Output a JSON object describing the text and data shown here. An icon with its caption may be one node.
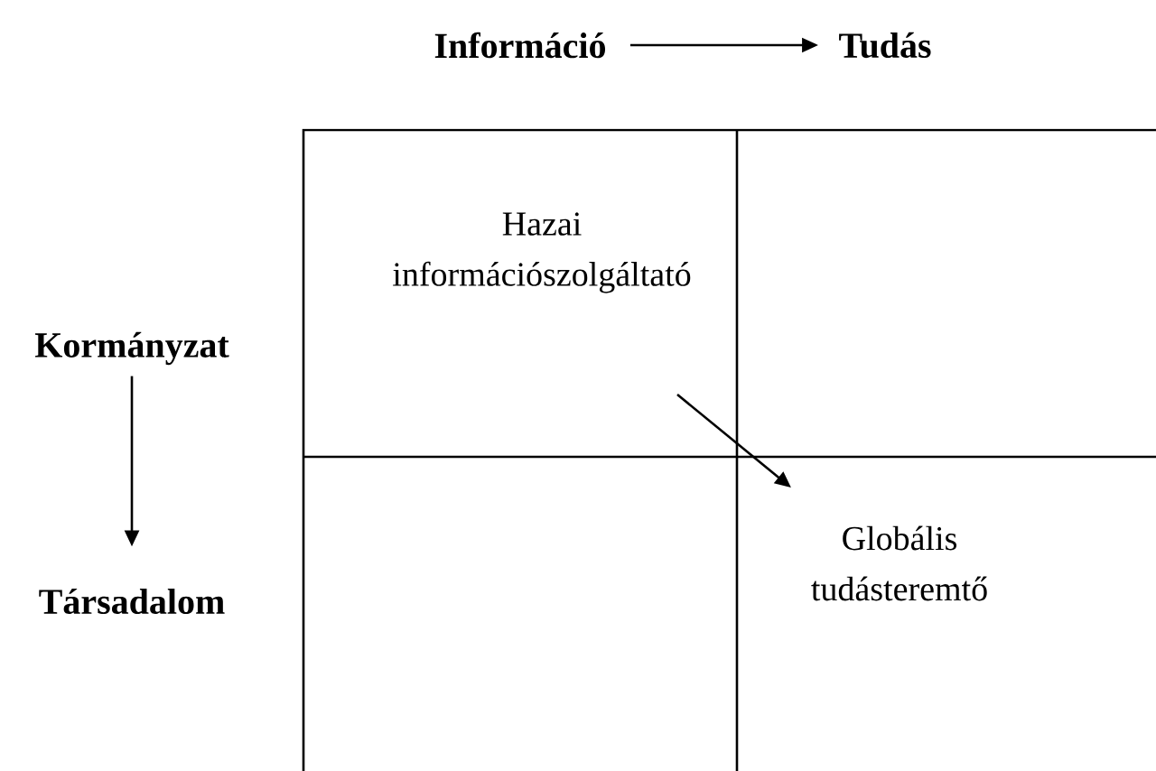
{
  "diagram": {
    "nodes": [
      {
        "text": [
          "Információ"
        ]
      },
      {
        "text": [
          "Tudás"
        ]
      },
      {
        "text": [
          "Kormányzat"
        ]
      },
      {
        "text": [
          "Társadalom"
        ]
      },
      {
        "text": [
          "Hazai információszolgáltató"
        ]
      },
      {
        "text": [
          "Globális tudásteremtő"
        ]
      }
    ],
    "edges": [
      {
        "from": 0,
        "to": 1,
        "arrow": "to"
      },
      {
        "from": 2,
        "to": 3,
        "arrow": "to"
      },
      {
        "from": 4,
        "to": 5,
        "arrow": "to"
      }
    ]
  }
}
